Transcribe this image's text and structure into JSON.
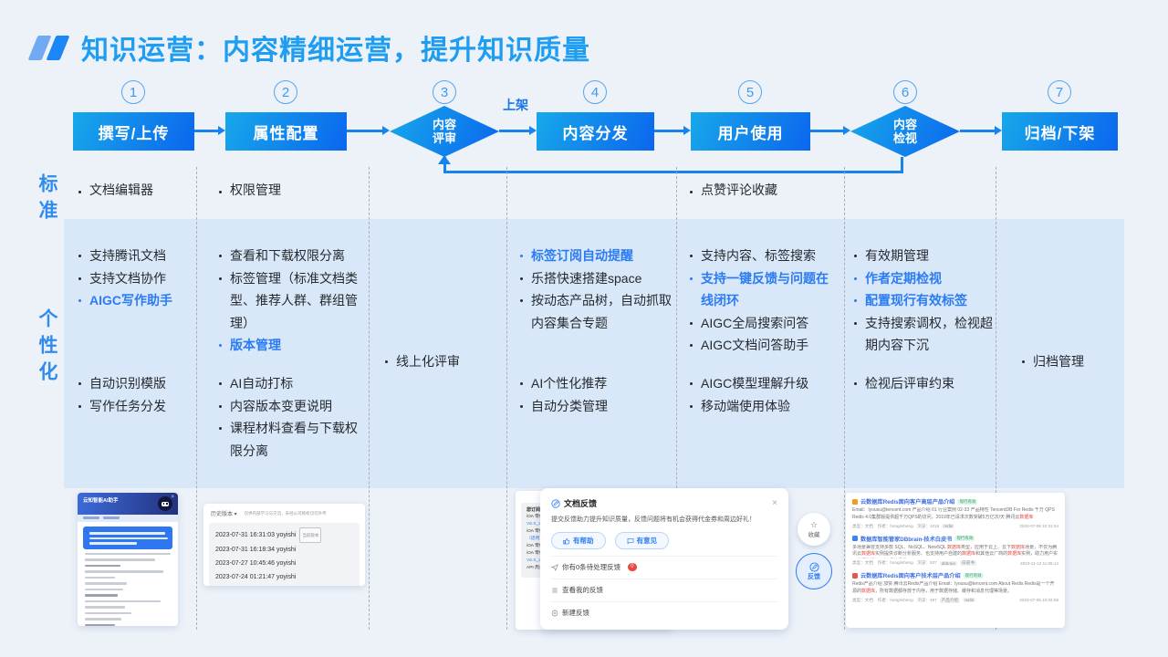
{
  "title": "知识运营：内容精细运营，提升知识质量",
  "flow": {
    "publish_label": "上架",
    "steps": [
      {
        "num": "1",
        "label": "撰写/上传"
      },
      {
        "num": "2",
        "label": "属性配置"
      },
      {
        "num": "3",
        "line1": "内容",
        "line2": "评审"
      },
      {
        "num": "4",
        "label": "内容分发"
      },
      {
        "num": "5",
        "label": "用户使用"
      },
      {
        "num": "6",
        "line1": "内容",
        "line2": "检视"
      },
      {
        "num": "7",
        "label": "归档/下架"
      }
    ]
  },
  "rows": {
    "standard": "标准",
    "personal": "个性化"
  },
  "standard_items": {
    "col1": "文档编辑器",
    "col2": "权限管理",
    "col5": "点赞评论收藏"
  },
  "columns": {
    "c1_top": [
      {
        "t": "支持腾讯文档"
      },
      {
        "t": "支持文档协作"
      },
      {
        "t": "AIGC写作助手",
        "c": "b"
      }
    ],
    "c1_bottom": [
      {
        "t": "自动识别模版"
      },
      {
        "t": "写作任务分发"
      }
    ],
    "c2_top": [
      {
        "t": "查看和下载权限分离"
      },
      {
        "t": "标签管理（标准文档类型、推荐人群、群组管理）"
      },
      {
        "t": "版本管理",
        "c": "b"
      }
    ],
    "c2_bottom": [
      {
        "t": "AI自动打标"
      },
      {
        "t": "内容版本变更说明"
      },
      {
        "t": "课程材料查看与下载权限分离"
      }
    ],
    "c3_mid": [
      {
        "t": "线上化评审"
      }
    ],
    "c4_top": [
      {
        "t": "标签订阅自动提醒",
        "c": "b"
      },
      {
        "t": "乐搭快速搭建space"
      },
      {
        "t": "按动态产品树，自动抓取内容集合专题"
      }
    ],
    "c4_bottom": [
      {
        "t": "AI个性化推荐"
      },
      {
        "t": "自动分类管理"
      }
    ],
    "c5_top": [
      {
        "t": "支持内容、标签搜索"
      },
      {
        "t": "支持一键反馈与问题在线闭环",
        "c": "b"
      },
      {
        "t": "AIGC全局搜索问答"
      },
      {
        "t": "AIGC文档问答助手"
      }
    ],
    "c5_bottom": [
      {
        "t": "AIGC模型理解升级"
      },
      {
        "t": "移动端使用体验"
      }
    ],
    "c6_top": [
      {
        "t": "有效期管理"
      },
      {
        "t": "作者定期检视",
        "c": "b"
      },
      {
        "t": "配置现行有效标签",
        "c": "b"
      },
      {
        "t": "支持搜索调权，检视超期内容下沉"
      }
    ],
    "c6_bottom": [
      {
        "t": "检视后评审约束"
      }
    ],
    "c7_mid": [
      {
        "t": "归档管理"
      }
    ]
  },
  "thumbs": {
    "assistant": {
      "title": "云知智能AI助手"
    },
    "versions": {
      "dropdown": "历史版本 ▾",
      "note": "仅供内部学习与交流，未经公司授权切勿外传",
      "rows": [
        {
          "t": "2023-07-31 16:31:03 yoyishi",
          "badge": "当前版本"
        },
        {
          "t": "2023-07-31 16:18:34 yoyishi"
        },
        {
          "t": "2023-07-27 10:45:46 yoyishi"
        },
        {
          "t": "2023-07-24 01:21:47 yoyishi"
        }
      ]
    },
    "subscribe": {
      "time": "10月16日 18:00",
      "headline": "您订阅的云知【自研产品急救弹药库】24小时内新增内容8篇。",
      "lines": [
        {
          "p": "iOA 零信任安全管理系统，",
          "l": "iOA 零信任安全管理系统权限治理解决方案 V6.X_20231016"
        },
        {
          "p": "iOA 零信任安全管理系统，",
          "l": "iOA零信任安全管理系统_产品主打PPT（适用对内&对外）V6.X_20231013"
        },
        {
          "p": "iOA 零信任安全管理系统，",
          "l": "6.X版本功能升级海报-能力场景化"
        },
        {
          "p": "iOA 零信任安全管理系统，",
          "l": "iOA零信任安全管理系统_产品彩页V6.X_20231016"
        },
        {
          "p": "API 周关，",
          "l": "条件触发组件能力升级"
        }
      ]
    },
    "feedback": {
      "title": "文档反馈",
      "close": "×",
      "desc": "提交反馈助力提升知识质量，反馈问题将有机会获得代金券和周边好礼！",
      "btn_helpful": "有帮助",
      "btn_opinion": "有意见",
      "row_pending": "你有0条待处理反馈",
      "pending_badge": "0",
      "row_mine": "查看我的反馈",
      "row_new": "新建反馈",
      "side_fav": "收藏",
      "side_fb": "反馈"
    },
    "results": {
      "r1": {
        "title": "云数据库Redis面向客户高层产品介绍",
        "badge": "现行有效",
        "snippet": "Email：lyousu@tencent.com 产品介绍 01 行业案例 02-33 产品特性 TencentDB For Redis 千万 QPS Redis 4.0集群版提供超千万QPS的访问，2019年已请求次数突破5万亿次/天 腾讯云**数据库**",
        "meta": "类型：文档　作者：hongrisheng　浏览：1016",
        "tags": [
          "redis"
        ],
        "date": "2023-07-08 10:31:04",
        "icon_color": "#F59A23"
      },
      "r2": {
        "title": "数据库智能管家DBbrain-技术白皮书",
        "badge": "现行有效",
        "snippet": "多场景兼容支持多款 SQL、NoSQL、NewSQL **数据库**类型，应用于云上、云下**数据库**场景，不仅为腾讯云**数据库**实例提供诊断分析服务、也支持用户自建的**数据库**和其他云厂商的**数据库**实例，助力用户实现**数据库**混合云管理的场景。",
        "meta": "类型：文档　作者：hongrisheng　浏览：537",
        "tags": [
          "dbbrain",
          "白皮书"
        ],
        "date": "2023-11-12 11:06:14",
        "icon_color": "#3B82F6"
      },
      "r3": {
        "title": "云数据库Redis面向客户技术层产品介绍",
        "badge": "现行有效",
        "snippet": "Redis产品介绍 加赞 腾讯云Redis产品介绍 Email：lyousu@tencent.com About Redis Redis是一个开源的**数据库**，所有数据都存放于内存，用于数据存储、缓存和消息代理等场景。",
        "meta": "类型：文档　作者：hongrisheng　浏览：497",
        "tags": [
          "产品介绍",
          "redis"
        ],
        "date": "2023-07-08 10:02:58",
        "icon_color": "#E2574C"
      }
    }
  }
}
